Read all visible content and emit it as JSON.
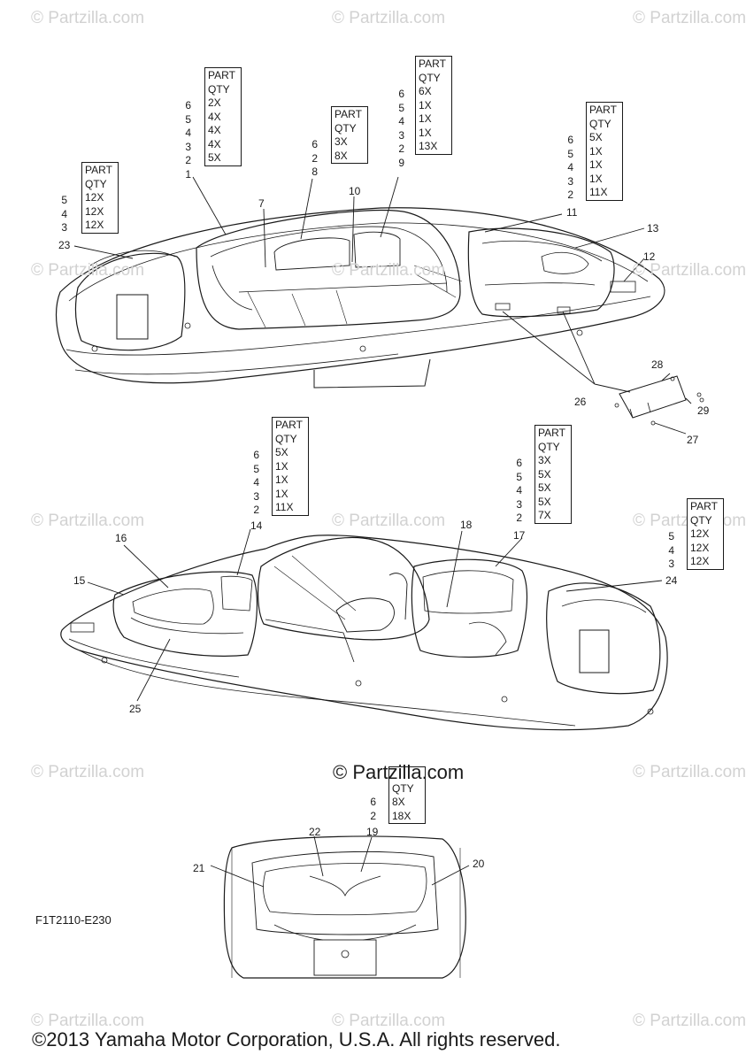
{
  "watermark": "© Partzilla.com",
  "center_watermark": "© Partzilla.com",
  "diagram_code": "F1T2110-E230",
  "copyright": "©2013 Yamaha Motor Corporation, U.S.A. All rights reserved.",
  "table_header": [
    "PART",
    "QTY"
  ],
  "part_tables": [
    {
      "parts": [
        "5",
        "4",
        "3",
        "23"
      ],
      "qtys": [
        "12X",
        "12X",
        "12X"
      ]
    },
    {
      "parts": [
        "6",
        "5",
        "4",
        "3",
        "2",
        "1"
      ],
      "qtys": [
        "2X",
        "4X",
        "4X",
        "4X",
        "5X"
      ]
    },
    {
      "parts": [
        "6",
        "2",
        "8"
      ],
      "qtys": [
        "3X",
        "8X"
      ]
    },
    {
      "parts": [
        "6",
        "5",
        "4",
        "3",
        "2",
        "9"
      ],
      "qtys": [
        "6X",
        "1X",
        "1X",
        "1X",
        "13X"
      ]
    },
    {
      "parts": [
        "6",
        "5",
        "4",
        "3",
        "2",
        "11"
      ],
      "qtys": [
        "5X",
        "1X",
        "1X",
        "1X",
        "11X"
      ]
    },
    {
      "parts": [
        "6",
        "5",
        "4",
        "3",
        "2",
        "14"
      ],
      "qtys": [
        "5X",
        "1X",
        "1X",
        "1X",
        "11X"
      ]
    },
    {
      "parts": [
        "6",
        "5",
        "4",
        "3",
        "2",
        "17"
      ],
      "qtys": [
        "3X",
        "5X",
        "5X",
        "5X",
        "7X"
      ]
    },
    {
      "parts": [
        "5",
        "4",
        "3",
        "24"
      ],
      "qtys": [
        "12X",
        "12X",
        "12X"
      ]
    },
    {
      "parts": [
        "6",
        "2",
        "19"
      ],
      "qtys": [
        "8X",
        "18X"
      ]
    }
  ],
  "callouts": [
    "7",
    "10",
    "13",
    "12",
    "28",
    "29",
    "26",
    "27",
    "16",
    "15",
    "18",
    "25",
    "22",
    "21",
    "20"
  ],
  "colors": {
    "line": "#1a1a1a",
    "watermark": "#d2d2d2",
    "background": "#ffffff"
  }
}
